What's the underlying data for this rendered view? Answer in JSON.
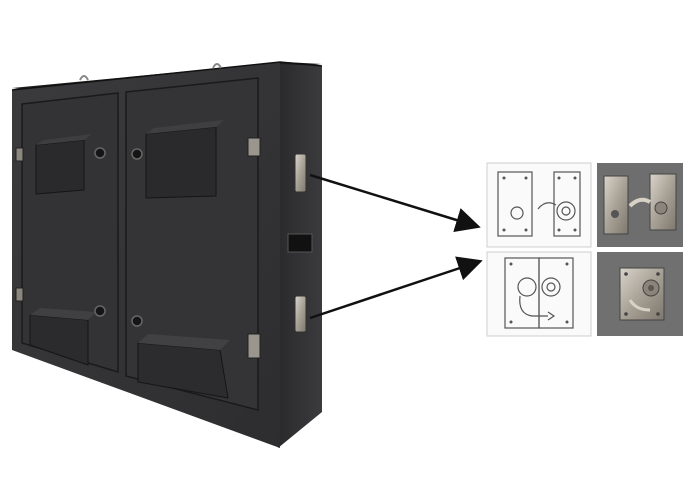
{
  "image": {
    "subject": "cabinet-lock-detail",
    "colors": {
      "background": "#ffffff",
      "cabinet_dark": "#2b2b2d",
      "cabinet_mid": "#3a3a3c",
      "cabinet_light": "#4a4a4c",
      "metal": "#b9b3a8",
      "arrow": "#111111",
      "drawing_line": "#555555"
    },
    "lock_diagrams": {
      "open": {
        "state": "unlocked"
      },
      "closed": {
        "state": "locked"
      }
    }
  }
}
